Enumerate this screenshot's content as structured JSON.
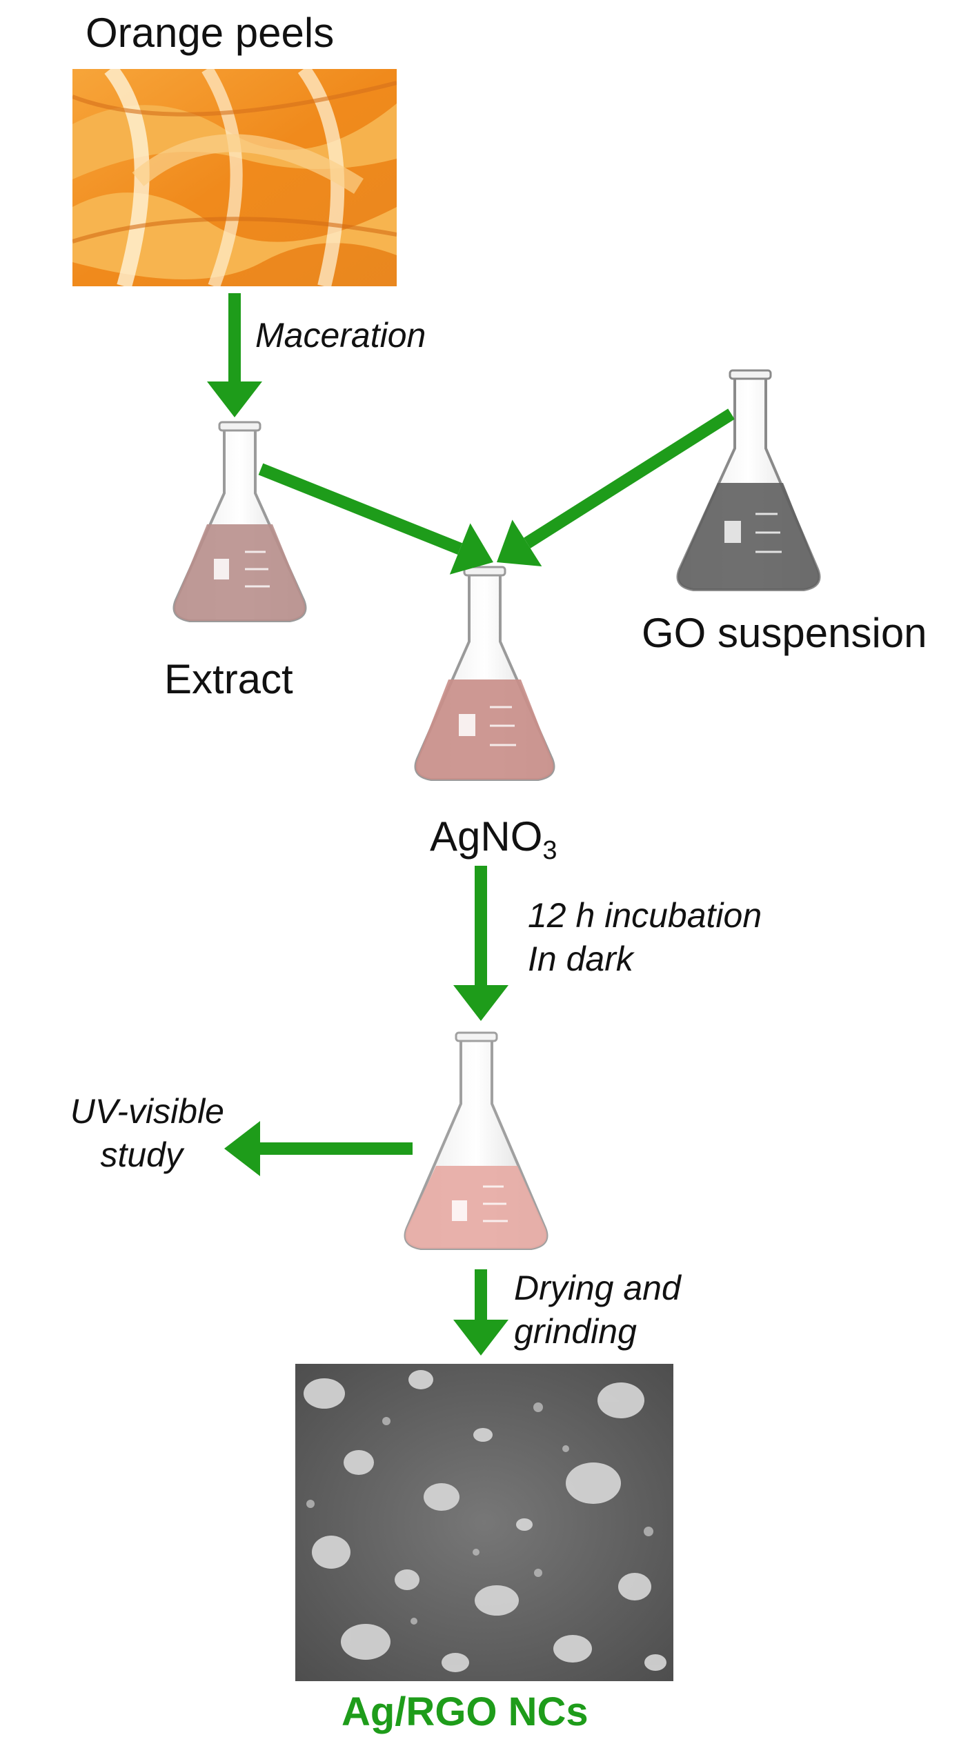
{
  "nodes": {
    "orange_peels": {
      "label": "Orange peels"
    },
    "extract": {
      "label": "Extract"
    },
    "agno3": {
      "label_main": "AgNO",
      "label_sub": "3"
    },
    "go_suspension": {
      "label": "GO suspension"
    },
    "final_product": {
      "label": "Ag/RGO NCs"
    }
  },
  "steps": {
    "maceration": {
      "label": "Maceration"
    },
    "incubation": {
      "line1": "12 h incubation",
      "line2": "In dark"
    },
    "uv_visible": {
      "line1": "UV-visible",
      "line2": "study"
    },
    "drying": {
      "line1": "Drying and",
      "line2": "grinding"
    }
  },
  "colors": {
    "arrow": "#1e9c1a",
    "final_label": "#1e9c1a",
    "orange_peel": "#f39a2c",
    "extract_liquid": "#b88f8c",
    "agno3_liquid": "#c98f8a",
    "go_liquid": "#5f5f5f",
    "product_liquid": "#e6aaa4",
    "sem_background": "#6b6b6b"
  }
}
